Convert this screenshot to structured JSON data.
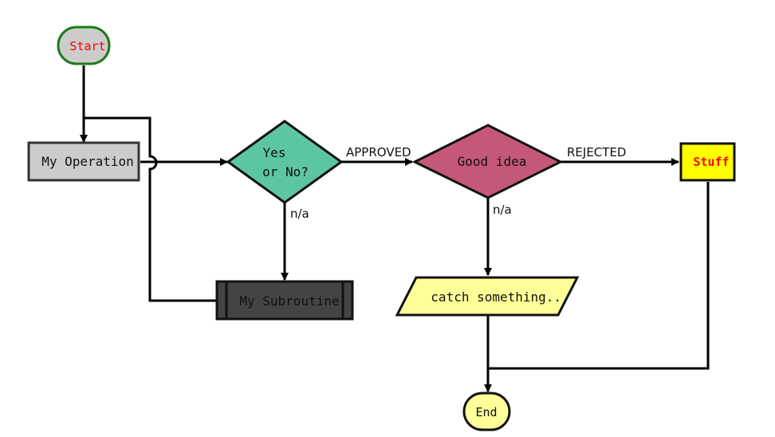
{
  "nodes": {
    "start": {
      "label": "Start",
      "fill": "#cccccc",
      "stroke": "#1a7a1a",
      "text_color": "#ff0000"
    },
    "operation": {
      "label": "My Operation",
      "fill": "#cccccc",
      "stroke": "#333333"
    },
    "decision_yes_no": {
      "label_line1": "Yes",
      "label_line2": "or No?",
      "fill": "#5cc6a4"
    },
    "subroutine": {
      "label": "My Subroutine",
      "fill": "#444444",
      "text_color": "#111111"
    },
    "decision_good_idea": {
      "label": "Good idea",
      "fill": "#c45877"
    },
    "io_catch": {
      "label": "catch something...",
      "fill": "#ffff99"
    },
    "stuff": {
      "label": "Stuff",
      "fill": "#ffff00",
      "text_color": "#ff0000"
    },
    "end": {
      "label": "End",
      "fill": "#ffff99"
    }
  },
  "edges": {
    "approved": "APPROVED",
    "rejected": "REJECTED",
    "na_left": "n/a",
    "na_right": "n/a"
  }
}
